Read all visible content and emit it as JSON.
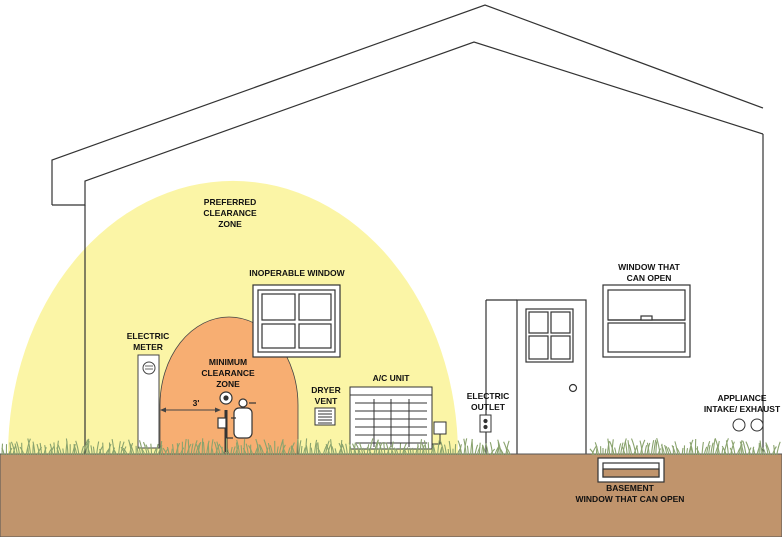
{
  "colors": {
    "preferred_zone": "#fbf5a6",
    "minimum_zone": "#f7ae72",
    "ground": "#c0946c",
    "grass": "#8aa36e",
    "outline": "#333333"
  },
  "labels": {
    "preferred_zone": [
      "PREFERRED",
      "CLEARANCE",
      "ZONE"
    ],
    "minimum_zone": [
      "MINIMUM",
      "CLEARANCE",
      "ZONE"
    ],
    "inoperable_window": "INOPERABLE WINDOW",
    "electric_meter": [
      "ELECTRIC",
      "METER"
    ],
    "dryer_vent": [
      "DRYER",
      "VENT"
    ],
    "ac_unit": "A/C UNIT",
    "electric_outlet": [
      "ELECTRIC",
      "OUTLET"
    ],
    "window_can_open": [
      "WINDOW THAT",
      "CAN OPEN"
    ],
    "appliance_vent": [
      "APPLIANCE",
      "INTAKE/ EXHAUST"
    ],
    "basement_window": [
      "BASEMENT",
      "WINDOW THAT CAN OPEN"
    ],
    "distance": "3'"
  }
}
